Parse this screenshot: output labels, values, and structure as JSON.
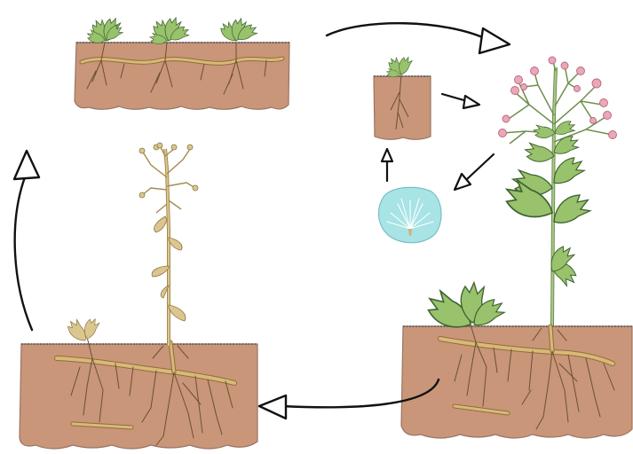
{
  "diagram": {
    "colors": {
      "soil": "#c9967a",
      "soil_edge": "#9a7563",
      "root": "#d9b978",
      "root_edge": "#8f6d3b",
      "leaf": "#98c26c",
      "leaf_edge": "#3f6430",
      "stem": "#a8c98a",
      "flower": "#eca6b8",
      "dry_plant": "#dcc690",
      "seed_disk": "#a8e3e6",
      "arrow": "#111111"
    },
    "stages": [
      {
        "id": "colony-spread",
        "icon": "soil-with-rosettes-icon"
      },
      {
        "id": "seedling",
        "icon": "seedling-icon"
      },
      {
        "id": "flowering-plant",
        "icon": "flowering-thistle-icon"
      },
      {
        "id": "seed",
        "icon": "dandelion-seed-icon"
      },
      {
        "id": "dried-plant",
        "icon": "dried-stalk-icon"
      }
    ],
    "arrows": [
      {
        "from": "colony-spread",
        "to": "flowering-plant"
      },
      {
        "from": "seedling",
        "to": "flowering-plant"
      },
      {
        "from": "flowering-plant",
        "to": "seed"
      },
      {
        "from": "seed",
        "to": "seedling"
      },
      {
        "from": "flowering-plant",
        "to": "dried-plant"
      },
      {
        "from": "dried-plant",
        "to": "colony-spread"
      }
    ]
  }
}
